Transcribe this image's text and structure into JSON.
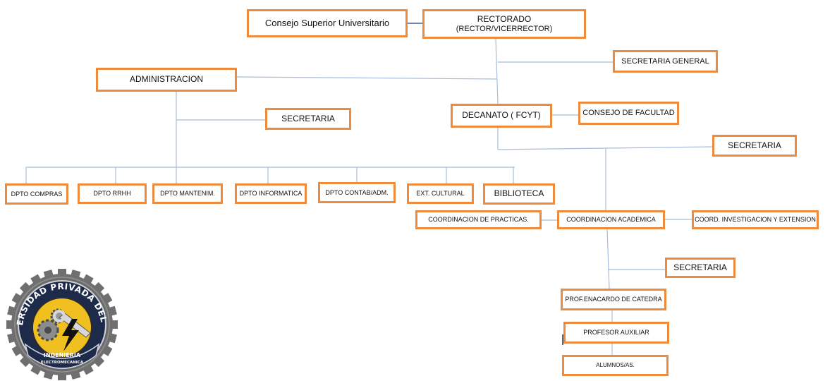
{
  "boxes": {
    "consejo_superior": "Consejo Superior Universitario",
    "rectorado": "RECTORADO",
    "rectorado_sub": "(RECTOR/VICERRECTOR)",
    "secretaria_general": "SECRETARIA GENERAL",
    "administracion": "ADMINISTRACION",
    "secretaria_admin": "SECRETARIA",
    "decanato": "DECANATO ( FCYT)",
    "consejo_facultad": "CONSEJO DE FACULTAD",
    "secretaria_decanato": "SECRETARIA",
    "dpto_compras": "DPTO COMPRAS",
    "dpto_rrhh": "DPTO RRHH",
    "dpto_mantenim": "DPTO MANTENIM.",
    "dpto_informatica": "DPTO INFORMATICA",
    "dpto_contab": "DPTO CONTAB/ADM.",
    "ext_cultural": "EXT. CULTURAL",
    "biblioteca": "BIBLIOTECA",
    "coord_practicas": "COORDINACION DE PRACTICAS.",
    "coord_academica": "COORDINACION ACADEMICA",
    "coord_investigacion": "COORD. INVESTIGACION Y EXTENSION",
    "secretaria_coord": "SECRETARIA",
    "prof_encargado": "PROF.ENACARDO DE CATEDRA",
    "profesor_auxiliar": "PROFESOR AUXILIAR",
    "alumnos": "ALUMNOS/AS."
  },
  "logo": {
    "ring_text": "UNIVERSIDAD PRIVADA DEL ESTE",
    "banner_line1": "INGENIERIA",
    "banner_line2": "ELECTROMECANICA"
  },
  "colors": {
    "box_border": "#ee8a3c",
    "connector": "#9fb3d6",
    "logo_gear": "#6f6f6f",
    "logo_inner": "#f0c020",
    "logo_ring": "#1e2a4a"
  }
}
